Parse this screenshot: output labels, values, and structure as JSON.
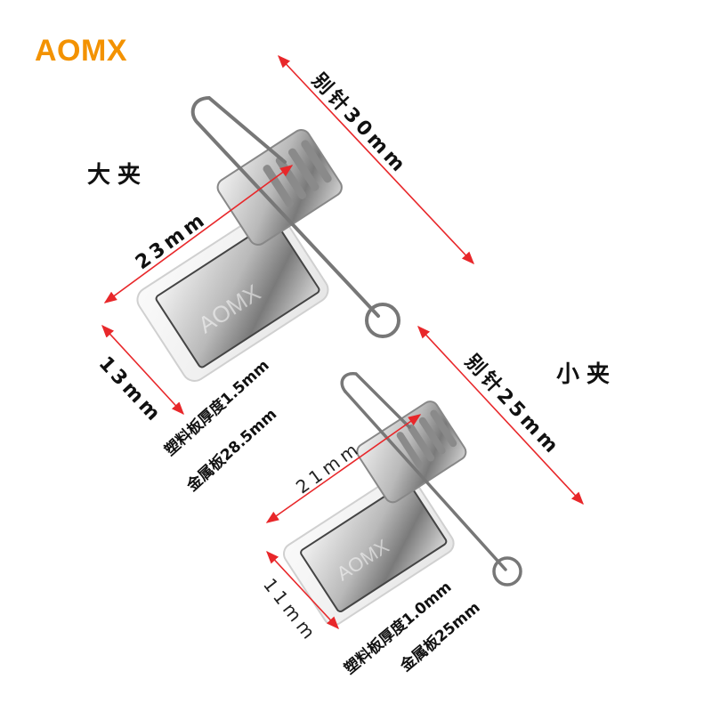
{
  "brand": {
    "name": "AOMX",
    "color": "#f39200"
  },
  "large_clip": {
    "label": "大夹",
    "pin_length": "别针30mm",
    "width": "23mm",
    "height": "13mm",
    "plastic_thickness": "塑料板厚度1.5mm",
    "metal_plate": "金属板28.5mm",
    "watermark": "AOMX"
  },
  "small_clip": {
    "label": "小夹",
    "pin_length": "别针25mm",
    "width": "21mm",
    "height": "11mm",
    "plastic_thickness": "塑料板厚度1.0mm",
    "metal_plate": "金属板25mm",
    "watermark": "AOMX"
  },
  "colors": {
    "dimension_arrow": "#e8272a",
    "text": "#111111"
  }
}
